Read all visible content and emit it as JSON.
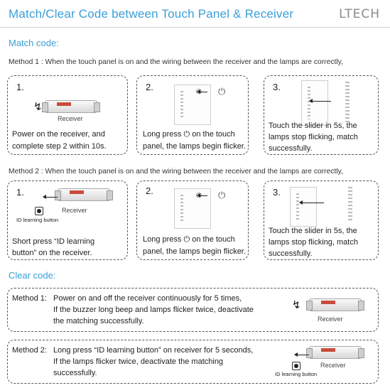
{
  "header": {
    "title": "Match/Clear Code between Touch Panel & Receiver",
    "logo": "LTECH"
  },
  "match": {
    "heading": "Match code:",
    "method1": {
      "label": "Method 1 : When the touch panel is on and the wiring between the receiver and the lamps are correctly,",
      "steps": [
        {
          "num": "1.",
          "text1": "Power on the receiver, and",
          "text2": "complete step 2 within 10s.",
          "receiver_label": "Receiver"
        },
        {
          "num": "2.",
          "text1": "Long press ⏻ on the touch",
          "text2": "panel, the lamps begin flicker."
        },
        {
          "num": "3.",
          "text1": "Touch the slider in 5s, the",
          "text2": "lamps stop flicking, match",
          "text3": "successfully."
        }
      ]
    },
    "method2": {
      "label": "Method 2 : When the touch panel is on and the wiring between the receiver and the lamps are correctly,",
      "steps": [
        {
          "num": "1.",
          "text1": "Short press “ID learning",
          "text2": "button” on the receiver.",
          "receiver_label": "Receiver",
          "id_caption": "ID learning button"
        },
        {
          "num": "2.",
          "text1": "Long press ⏻ on the touch",
          "text2": "panel, the lamps begin flicker."
        },
        {
          "num": "3.",
          "text1": "Touch the slider in 5s, the",
          "text2": "lamps stop flicking, match",
          "text3": "successfully."
        }
      ]
    }
  },
  "clear": {
    "heading": "Clear code:",
    "method1": {
      "label": "Method 1:",
      "line1": "Power on and off the receiver continuously for 5 times,",
      "line2": "If the buzzer long beep and lamps flicker twice, deactivate",
      "line3": "the matching successfully.",
      "receiver_label": "Receiver"
    },
    "method2": {
      "label": "Method 2:",
      "line1": "Long press “ID learning button” on receiver for 5 seconds,",
      "line2": "If the lamps flicker twice, deactivate the matching",
      "line3": "successfully.",
      "receiver_label": "Receiver",
      "id_caption": "ID learning button"
    }
  },
  "icons": {
    "bolt": "lightning-bolt-icon",
    "power": "power-icon",
    "colors": {
      "accent": "#3a9fd8",
      "label_red": "#c94b3a"
    }
  }
}
